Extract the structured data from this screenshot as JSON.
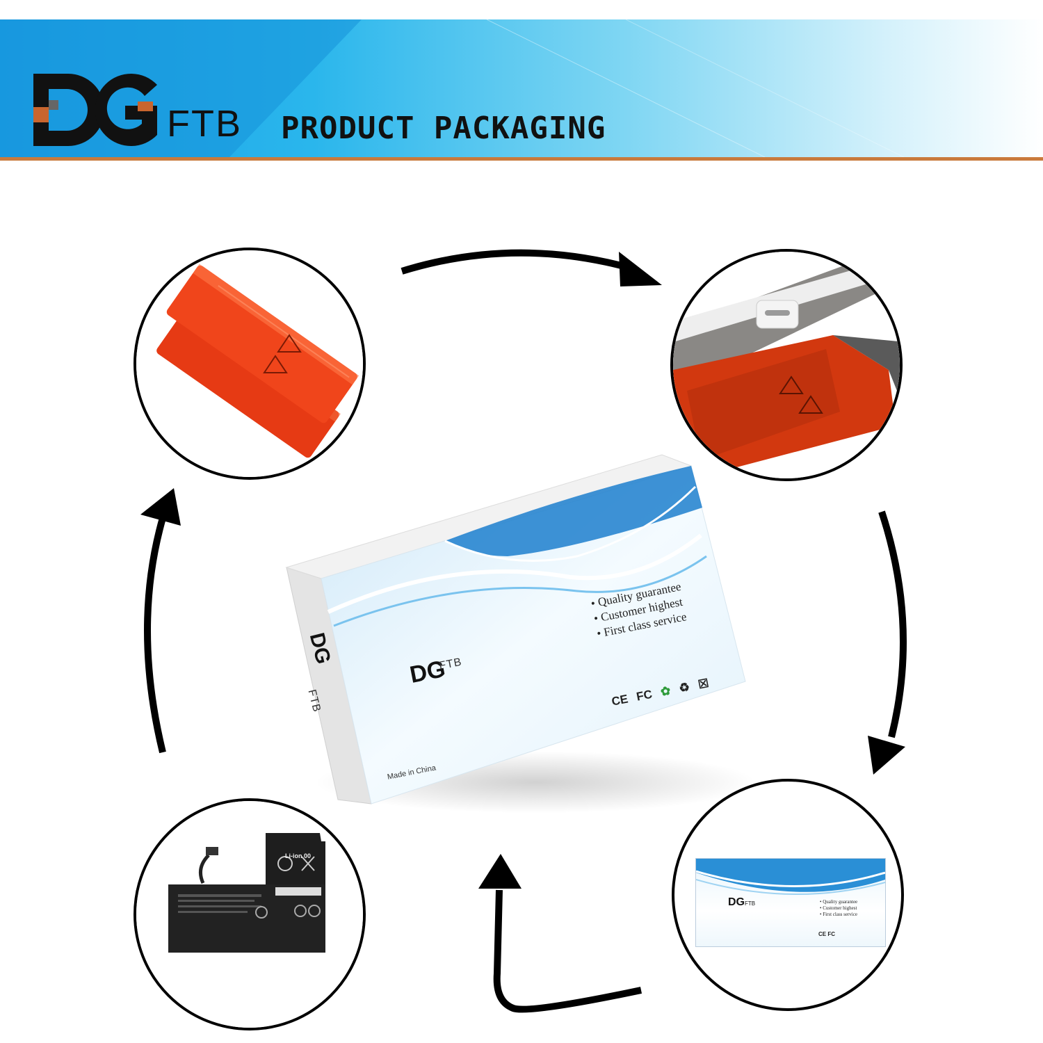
{
  "banner": {
    "brand_ftb": "FTB",
    "title": "PRODUCT PACKAGING",
    "colors": {
      "gradient_start": "#1aa0e6",
      "gradient_end": "#ffffff",
      "underline": "#c97a3c"
    }
  },
  "box": {
    "bullets": [
      "Quality guarantee",
      "Customer highest",
      "First class service"
    ],
    "brand_ftb": "FTB",
    "made_in": "Made in China",
    "certifications": [
      "CE",
      "FC"
    ]
  },
  "battery": {
    "label": "Li-ion 00"
  },
  "steps": [
    {
      "name": "red-antistatic-bags",
      "icon": "recycle-ldpe-icon"
    },
    {
      "name": "foam-lined-box-open",
      "icon": "recycle-ldpe-icon"
    },
    {
      "name": "closed-retail-box",
      "icon": "box-icon"
    },
    {
      "name": "battery-unit",
      "icon": "battery-icon"
    }
  ]
}
